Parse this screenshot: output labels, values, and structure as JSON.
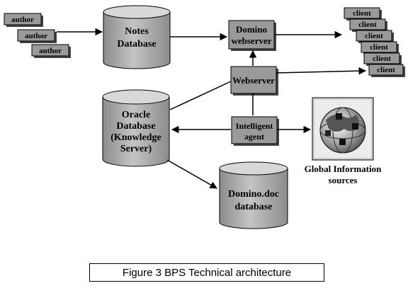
{
  "diagram": {
    "authors": [
      "author",
      "author",
      "author"
    ],
    "notes_database": [
      "Notes",
      "Database"
    ],
    "domino_webserver": [
      "Domino",
      "webserver"
    ],
    "clients": [
      "client",
      "client",
      "client",
      "client",
      "client",
      "client"
    ],
    "webserver": "Webserver",
    "oracle_database": [
      "Oracle",
      "Database",
      "(Knowledge",
      "Server)"
    ],
    "intelligent_agent": [
      "Intelligent",
      "agent"
    ],
    "global_info": [
      "Global Information",
      "sources"
    ],
    "dominodoc_database": [
      "Domino.doc",
      "database"
    ],
    "colors": {
      "box_fill": "#9a9a9a",
      "cylinder_fill": "#b8b8b8",
      "cylinder_top": "#d8d8d8",
      "line": "#000000"
    }
  },
  "caption": "Figure 3 BPS Technical architecture"
}
